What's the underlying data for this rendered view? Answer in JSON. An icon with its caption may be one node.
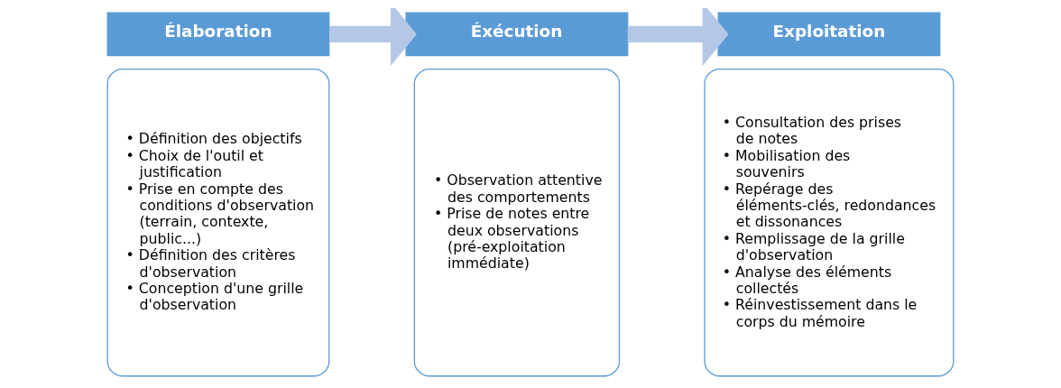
{
  "diagram": {
    "nodes": [
      {
        "text": [
          "Élaboration"
        ]
      },
      {
        "text": [
          "• Définition des objectifs",
          "• Choix de l'outil et justification",
          "• Prise en compte des conditions d'observation (terrain, contexte, public...)",
          "• Définition des critères d'observation",
          "• Conception d'une grille d'observation"
        ]
      },
      {
        "text": [
          "Éxécution"
        ]
      },
      {
        "text": [
          "• Observation attentive des comportements",
          "• Prise de notes entre deux observations (pré-exploitation immédiate)"
        ]
      },
      {
        "text": [
          "Exploitation"
        ]
      },
      {
        "text": [
          "• Consultation des prises de notes",
          "• Mobilisation des souvenirs",
          "• Repérage des éléments-clés, redondances et dissonances",
          "• Remplissage de la grille d'observation",
          "• Analyse des éléments collectés",
          "• Réinvestissement dans le corps du mémoire"
        ]
      }
    ],
    "edges": [
      {
        "from": 0,
        "to": 2,
        "arrow": "to"
      },
      {
        "from": 2,
        "to": 4,
        "arrow": "to"
      }
    ]
  }
}
